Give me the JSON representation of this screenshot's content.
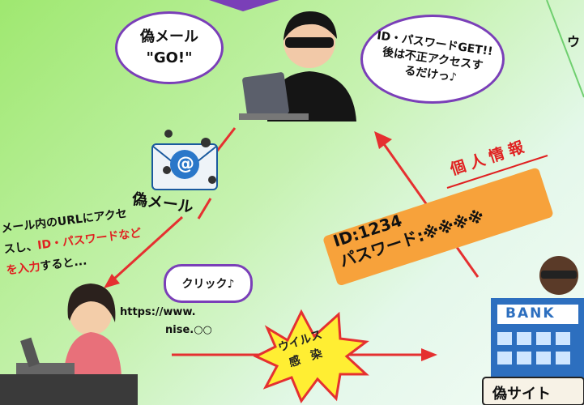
{
  "bubbles": {
    "fake_mail_go": {
      "line1": "偽メール",
      "line2": "\"GO!\""
    },
    "hacker": {
      "line1": "ID・パスワードGET!!",
      "line2": "後は不正アクセスす",
      "line3": "るだけっ♪"
    },
    "click": "クリック♪"
  },
  "top_right_fragment": "ウ",
  "email_caption": "偽メール",
  "email_at": "@",
  "instruction": {
    "line1": "メール内のURLにアクセ",
    "line2_a": "スし、",
    "line2_b": "ID・パスワードなど",
    "line3_a": "を入力",
    "line3_b": "すると..."
  },
  "url": {
    "line1": "https://www.",
    "line2": "nise.○○"
  },
  "virus": {
    "line1": "ウイルス",
    "line2": "感　染"
  },
  "personal_info": {
    "title": "個人情報",
    "id_line": "ID:1234",
    "password_line": "パスワード:※※※※"
  },
  "bank": {
    "sign": "BANK",
    "caption": "偽サイト"
  },
  "colors": {
    "purple": "#7a3fb8",
    "arrow_red": "#e53030",
    "orange": "#f7a23b",
    "burst_yellow": "#ffee33"
  }
}
